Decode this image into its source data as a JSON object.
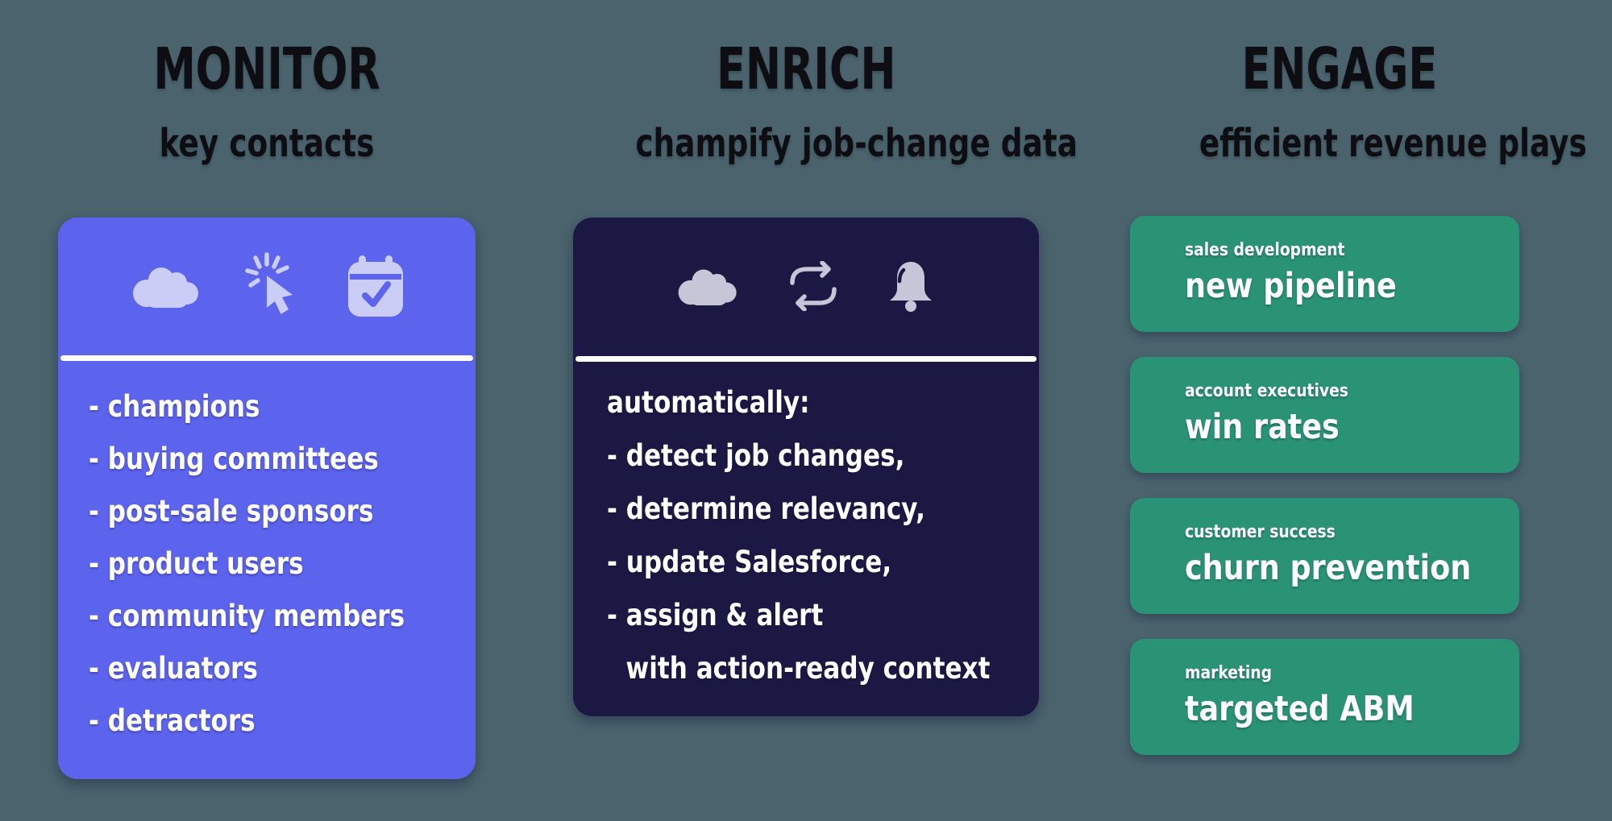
{
  "colors": {
    "background": "#4a636d",
    "monitor_card": "#5c63ec",
    "monitor_icon": "#cacdf6",
    "enrich_card": "#1c1844",
    "enrich_icon": "#c6c6d8",
    "engage_card": "#2a9375",
    "heading_text": "#0d0d12",
    "card_text": "#ffffff"
  },
  "columns": [
    {
      "title": "MONITOR",
      "subtitle": "key contacts",
      "card": {
        "icons": [
          "salesforce-cloud",
          "click-cursor",
          "calendar-check"
        ],
        "items": [
          "- champions",
          "- buying committees",
          "- post-sale sponsors",
          "- product users",
          "- community members",
          "- evaluators",
          "- detractors"
        ]
      }
    },
    {
      "title": "ENRICH",
      "subtitle": "champify job-change data",
      "card": {
        "icons": [
          "salesforce-cloud",
          "sync-arrows",
          "notification-bell"
        ],
        "intro": "automatically:",
        "items": [
          "- detect job changes,",
          "- determine relevancy,",
          "- update Salesforce,",
          "- assign & alert"
        ],
        "footer": "with action-ready context"
      }
    },
    {
      "title": "ENGAGE",
      "subtitle": "efficient revenue plays",
      "plays": [
        {
          "team": "sales development",
          "outcome": "new pipeline"
        },
        {
          "team": "account executives",
          "outcome": "win rates"
        },
        {
          "team": "customer success",
          "outcome": "churn prevention"
        },
        {
          "team": "marketing",
          "outcome": "targeted ABM"
        }
      ]
    }
  ]
}
